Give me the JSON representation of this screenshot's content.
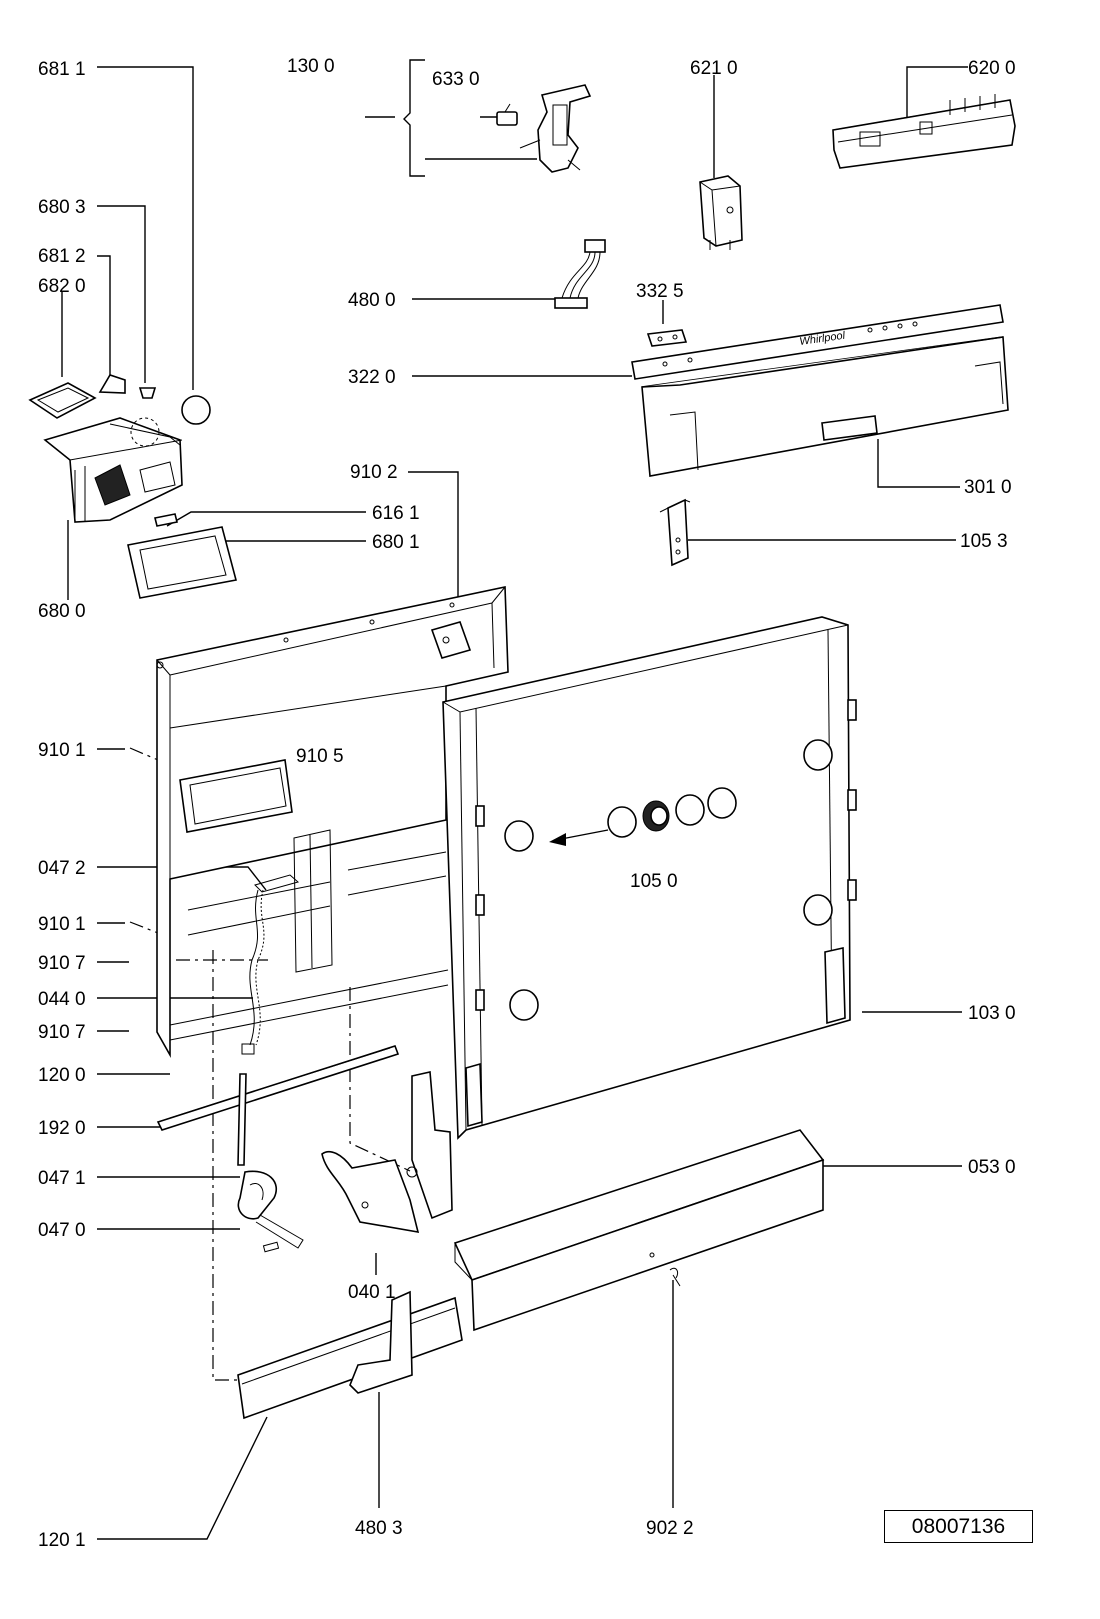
{
  "document_number": "08007136",
  "parts": {
    "p6811": "681 1",
    "p1300": "130 0",
    "p6330": "633 0",
    "p6210": "621 0",
    "p6200": "620 0",
    "p6803": "680 3",
    "p6812": "681 2",
    "p6820": "682 0",
    "p4800": "480 0",
    "p3325": "332 5",
    "p3220": "322 0",
    "p9102": "910 2",
    "p3010": "301 0",
    "p6161": "616 1",
    "p6801": "680 1",
    "p1053": "105 3",
    "p6800": "680 0",
    "p9101a": "910 1",
    "p9105": "910 5",
    "p0472": "047 2",
    "p1050": "105 0",
    "p9101b": "910 1",
    "p9107a": "910 7",
    "p0440": "044 0",
    "p9107b": "910 7",
    "p1030": "103 0",
    "p1200": "120 0",
    "p1920": "192 0",
    "p0471": "047 1",
    "p0530": "053 0",
    "p0470": "047 0",
    "p0401": "040 1",
    "p1201": "120 1",
    "p4803": "480 3",
    "p9022": "902 2"
  }
}
